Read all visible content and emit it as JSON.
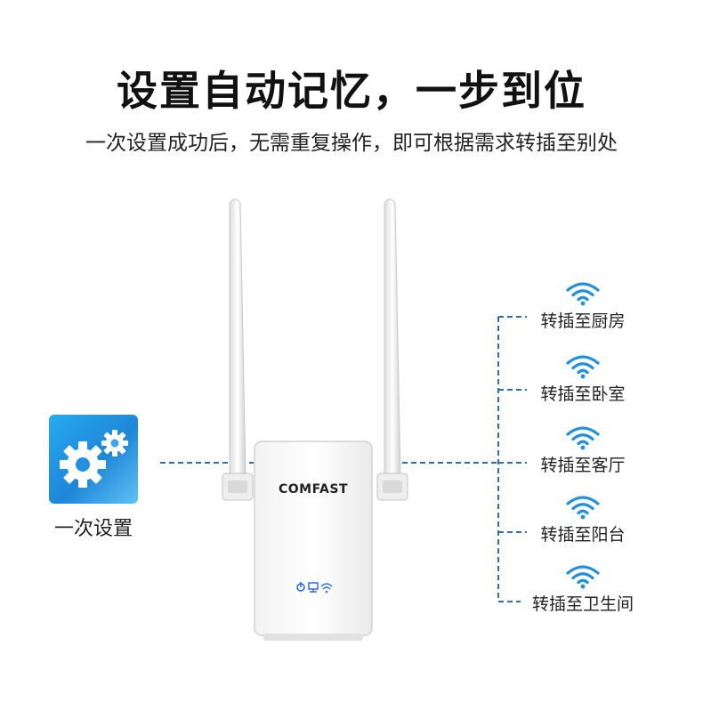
{
  "headline": "设置自动记忆，一步到位",
  "subline": "一次设置成功后，无需重复操作，即可根据需求转插至别处",
  "setup": {
    "icon": "gear-icon",
    "label": "一次设置"
  },
  "device": {
    "brand": "COMFAST",
    "indicators": [
      "power-icon",
      "lan-icon",
      "wifi-icon"
    ]
  },
  "destinations": [
    {
      "icon": "wifi-icon",
      "label": "转插至厨房"
    },
    {
      "icon": "wifi-icon",
      "label": "转插至卧室"
    },
    {
      "icon": "wifi-icon",
      "label": "转插至客厅"
    },
    {
      "icon": "wifi-icon",
      "label": "转插至阳台"
    },
    {
      "icon": "wifi-icon",
      "label": "转插至卫生间"
    }
  ],
  "colors": {
    "accent": "#1f8fe0",
    "line": "#2a6fb8",
    "indicator": "#2b6cf0"
  }
}
